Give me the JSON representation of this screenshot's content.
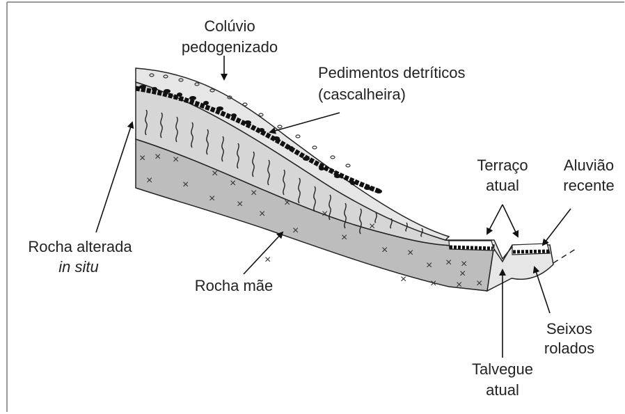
{
  "labels": {
    "coluvio_line1": "Colúvio",
    "coluvio_line2": "pedogenizado",
    "pedimentos_line1": "Pedimentos detríticos",
    "pedimentos_line2": "(cascalheira)",
    "terraco_line1": "Terraço",
    "terraco_line2": "atual",
    "aluviao_line1": "Aluvião",
    "aluviao_line2": "recente",
    "rocha_alterada_line1": "Rocha alterada",
    "rocha_alterada_line2": "in situ",
    "rocha_mae": "Rocha mãe",
    "seixos_line1": "Seixos",
    "seixos_line2": "rolados",
    "talvegue_line1": "Talvegue",
    "talvegue_line2": "atual"
  },
  "colors": {
    "outline": "#222222",
    "coluvio_fill": "#e6e6e6",
    "alterada_fill": "#d6d6d6",
    "rocha_mae_fill": "#bdbdbd",
    "gravel": "#111111"
  }
}
